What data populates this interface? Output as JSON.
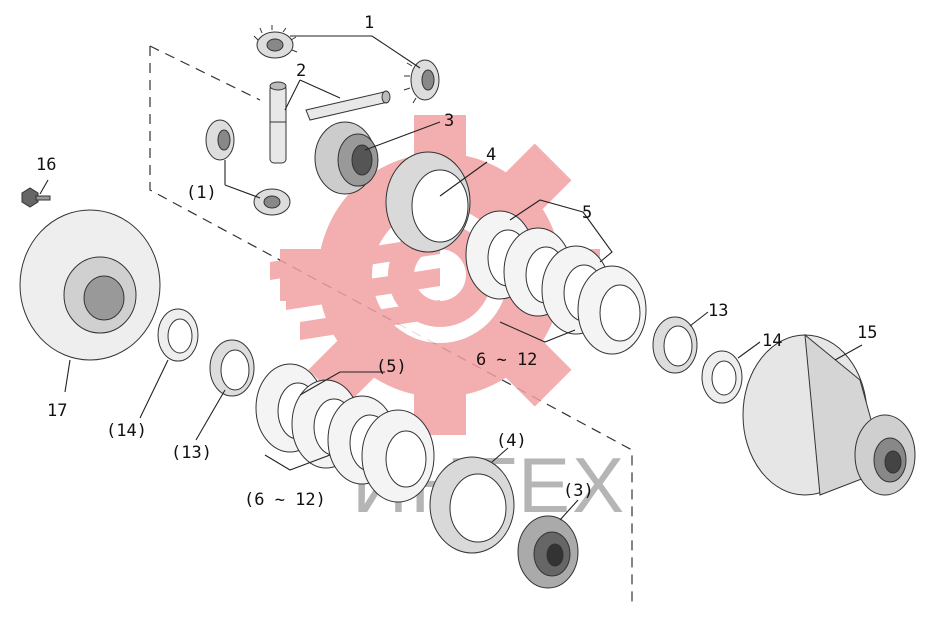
{
  "diagram": {
    "labels": {
      "l1": "1",
      "l2": "2",
      "l3": "3",
      "l4": "4",
      "l5": "5",
      "l6_12": "6 ~ 12",
      "l13": "13",
      "l14": "14",
      "l15": "15",
      "l16": "16",
      "l17": "17",
      "p1": "(1)",
      "p3": "(3)",
      "p4": "(4)",
      "p5": "(5)",
      "p6_12": "(6 ~ 12)",
      "p13": "(13)",
      "p14": "(14)"
    }
  },
  "watermark": {
    "text": "ИНТЕХ",
    "gear_color": "#f2a0a3"
  }
}
